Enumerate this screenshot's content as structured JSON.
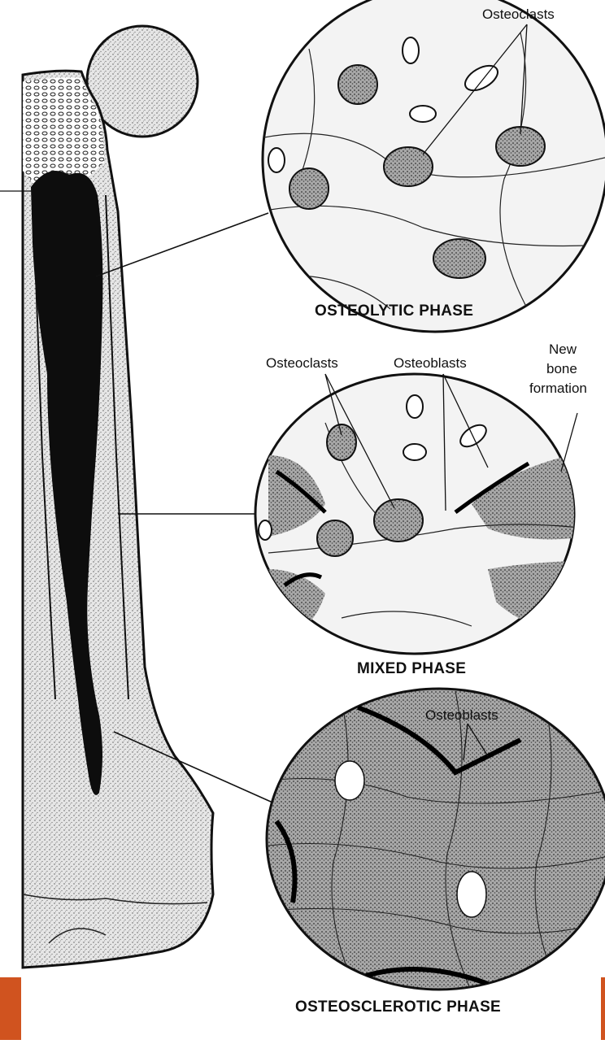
{
  "labels": {
    "top_osteoclasts": "Osteoclasts",
    "osteolytic_phase": "OSTEOLYTIC PHASE",
    "mid_osteoclasts": "Osteoclasts",
    "mid_osteoblasts": "Osteoblasts",
    "new_bone_1": "New",
    "new_bone_2": "bone",
    "new_bone_3": "formation",
    "mixed_phase": "MIXED PHASE",
    "bottom_osteoblasts": "Osteoblasts",
    "osteosclerotic_phase": "OSTEOSCLEROTIC PHASE"
  },
  "colors": {
    "ink": "#111111",
    "marrow": "#0d0d0d",
    "cortex": "#d9d9d9",
    "accent": "#d0531f"
  },
  "icons": [
    "femur-illustration",
    "magnifier-circle"
  ]
}
